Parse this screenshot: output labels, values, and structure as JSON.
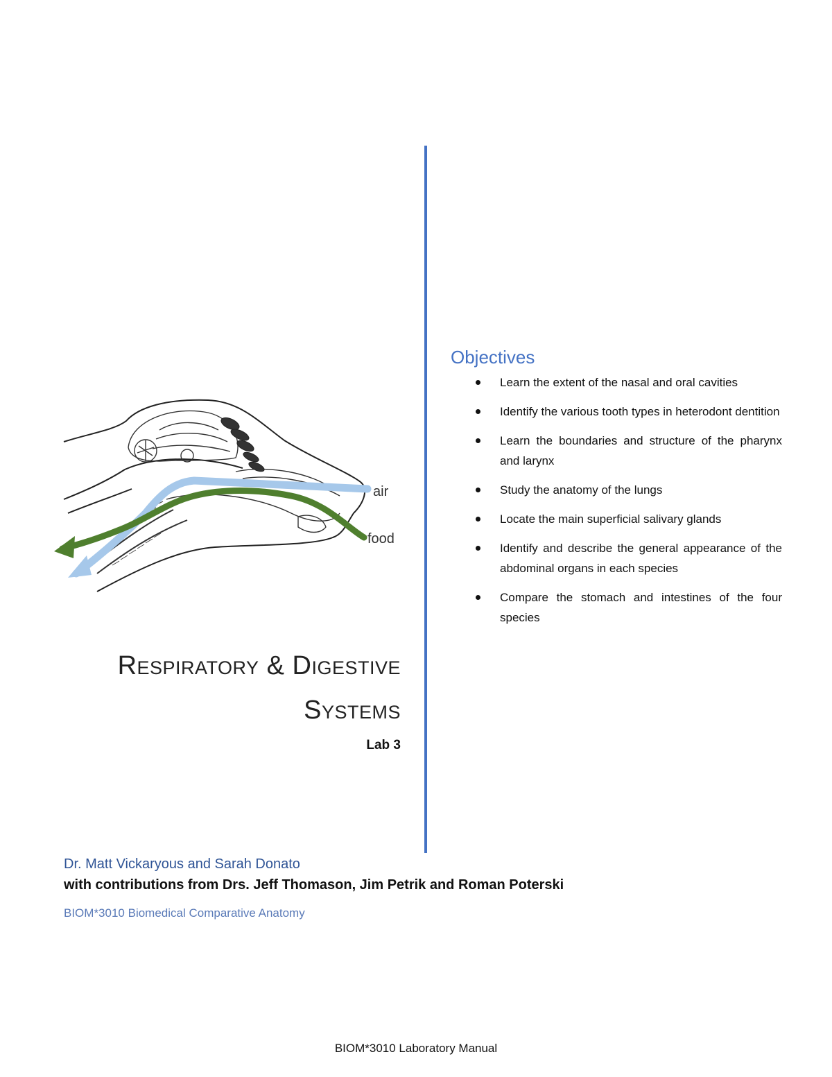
{
  "document": {
    "title_line1": "Respiratory & Digestive",
    "title_line2": "Systems",
    "lab": "Lab 3",
    "figure": {
      "label_air": "air",
      "label_food": "food",
      "colors": {
        "air_arrow": "#a6c8ea",
        "food_arrow": "#4f7f2e"
      }
    },
    "objectives": {
      "heading": "Objectives",
      "items": [
        "Learn the extent of the nasal and oral cavities",
        "Identify the various tooth types in heterodont dentition",
        "Learn the  boundaries and structure of the pharynx and larynx",
        "Study the anatomy of the lungs",
        "Locate the main superficial salivary glands",
        "Identify and describe the general appearance of the abdominal organs in each species",
        "Compare the stomach and intestines of the four species"
      ]
    },
    "authors": "Dr. Matt Vickaryous and Sarah Donato",
    "contributions": "with contributions from Drs. Jeff Thomason, Jim Petrik and Roman Poterski",
    "course": "BIOM*3010 Biomedical Comparative Anatomy",
    "footer": "BIOM*3010  Laboratory Manual",
    "accent_color": "#4472c4"
  }
}
